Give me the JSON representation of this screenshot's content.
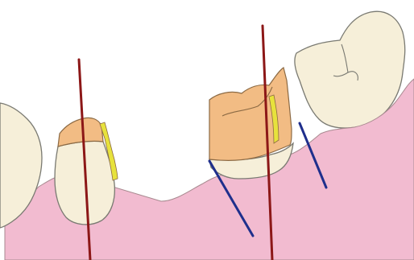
{
  "diagram": {
    "colors": {
      "gum": "#F2BBD0",
      "gum_edge": "#A8898F",
      "tooth": "#F6EFD9",
      "tooth_outline": "#7A7A72",
      "prep": "#F2BC84",
      "prep_outline": "#8C6A44",
      "margin": "#E7E23C",
      "path_axis": "#8C1717",
      "tilt_axis": "#1F2F8C",
      "background": "#ffffff"
    },
    "elements": [
      "adjacent-molar-left",
      "prepared-premolar-abutment",
      "prepared-molar-abutment",
      "adjacent-molar-right",
      "insertion-path-axis-anterior",
      "insertion-path-axis-posterior",
      "tilt-axis-mesial",
      "tilt-axis-distal"
    ]
  }
}
